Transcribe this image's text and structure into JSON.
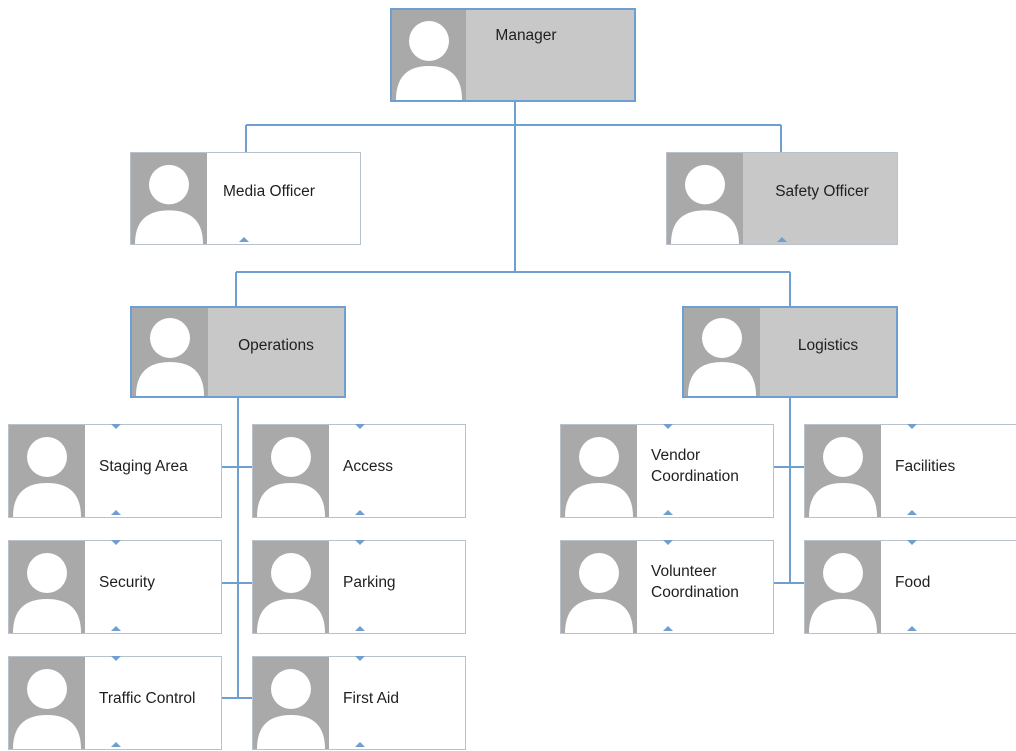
{
  "nodes": {
    "manager": "Manager",
    "media_officer": "Media Officer",
    "safety_officer": "Safety Officer",
    "operations": "Operations",
    "logistics": "Logistics",
    "staging_area": "Staging Area",
    "access": "Access",
    "security": "Security",
    "parking": "Parking",
    "traffic_control": "Traffic Control",
    "first_aid": "First Aid",
    "vendor_coordination_line1": "Vendor",
    "vendor_coordination_line2": "Coordination",
    "facilities": "Facilities",
    "volunteer_coordination_line1": "Volunteer",
    "volunteer_coordination_line2": "Coordination",
    "food": "Food"
  },
  "colors": {
    "connector": "#6f9fd1",
    "grey_fill": "#c8c8c8",
    "photo_fill": "#a9a9a9"
  },
  "icons": {
    "avatar": "person-placeholder-icon"
  }
}
